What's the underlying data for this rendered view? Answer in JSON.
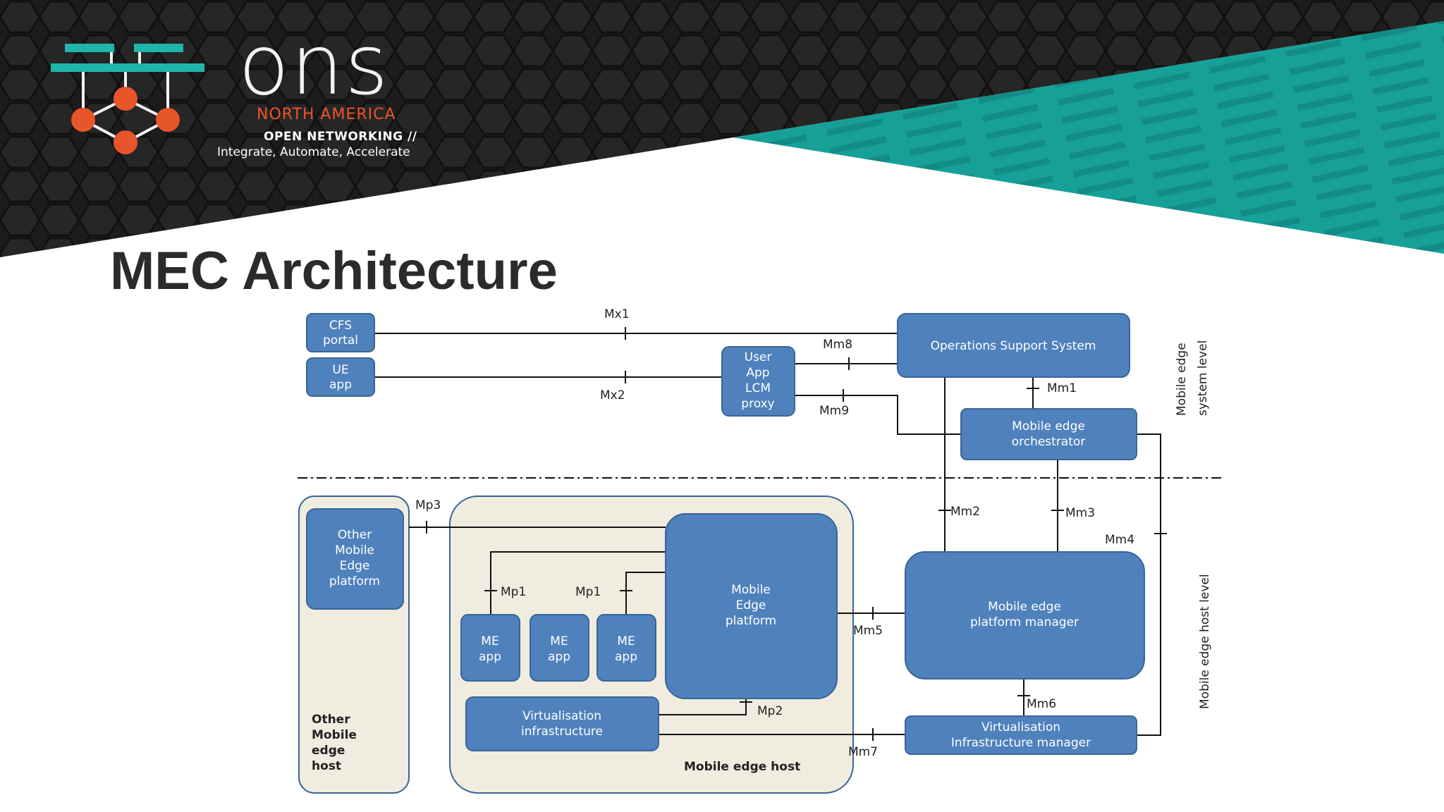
{
  "brand": {
    "name": "ons",
    "region": "NORTH AMERICA",
    "tagline_1": "OPEN NETWORKING //",
    "tagline_2": "Integrate, Automate, Accelerate"
  },
  "slide": {
    "title": "MEC Architecture"
  },
  "colors": {
    "banner_dark": "#1e1e1e",
    "teal": "#1a9e96",
    "logo_orange": "#e8552a",
    "box_fill": "#4f81bd",
    "host_fill": "#f0ede0"
  },
  "diagram": {
    "boxes": {
      "cfs_portal": [
        "CFS",
        "portal"
      ],
      "ue_app": [
        "UE",
        "app"
      ],
      "user_app_lcm_proxy": [
        "User",
        "App",
        "LCM",
        "proxy"
      ],
      "operations_support_system": [
        "Operations Support System"
      ],
      "mobile_edge_orchestrator": [
        "Mobile edge",
        "orchestrator"
      ],
      "other_mobile_edge_platform": [
        "Other",
        "Mobile",
        "Edge",
        "platform"
      ],
      "mobile_edge_platform": [
        "Mobile",
        "Edge",
        "platform"
      ],
      "me_app_1": [
        "ME",
        "app"
      ],
      "me_app_2": [
        "ME",
        "app"
      ],
      "me_app_3": [
        "ME",
        "app"
      ],
      "virtualisation_infrastructure": [
        "Virtualisation",
        "infrastructure"
      ],
      "mobile_edge_platform_manager": [
        "Mobile edge",
        "platform manager"
      ],
      "virtualisation_infrastructure_manager": [
        "Virtualisation",
        "Infrastructure manager"
      ]
    },
    "containers": {
      "other_mobile_edge_host": [
        "Other",
        "Mobile",
        "edge",
        "host"
      ],
      "mobile_edge_host": "Mobile edge host"
    },
    "reference_points": {
      "mx1": "Mx1",
      "mx2": "Mx2",
      "mm1": "Mm1",
      "mm2": "Mm2",
      "mm3": "Mm3",
      "mm4": "Mm4",
      "mm5": "Mm5",
      "mm6": "Mm6",
      "mm7": "Mm7",
      "mm8": "Mm8",
      "mm9": "Mm9",
      "mp1_a": "Mp1",
      "mp1_b": "Mp1",
      "mp2": "Mp2",
      "mp3": "Mp3"
    },
    "levels": {
      "system_level": [
        "Mobile edge",
        "system level"
      ],
      "host_level": "Mobile edge host level"
    }
  }
}
